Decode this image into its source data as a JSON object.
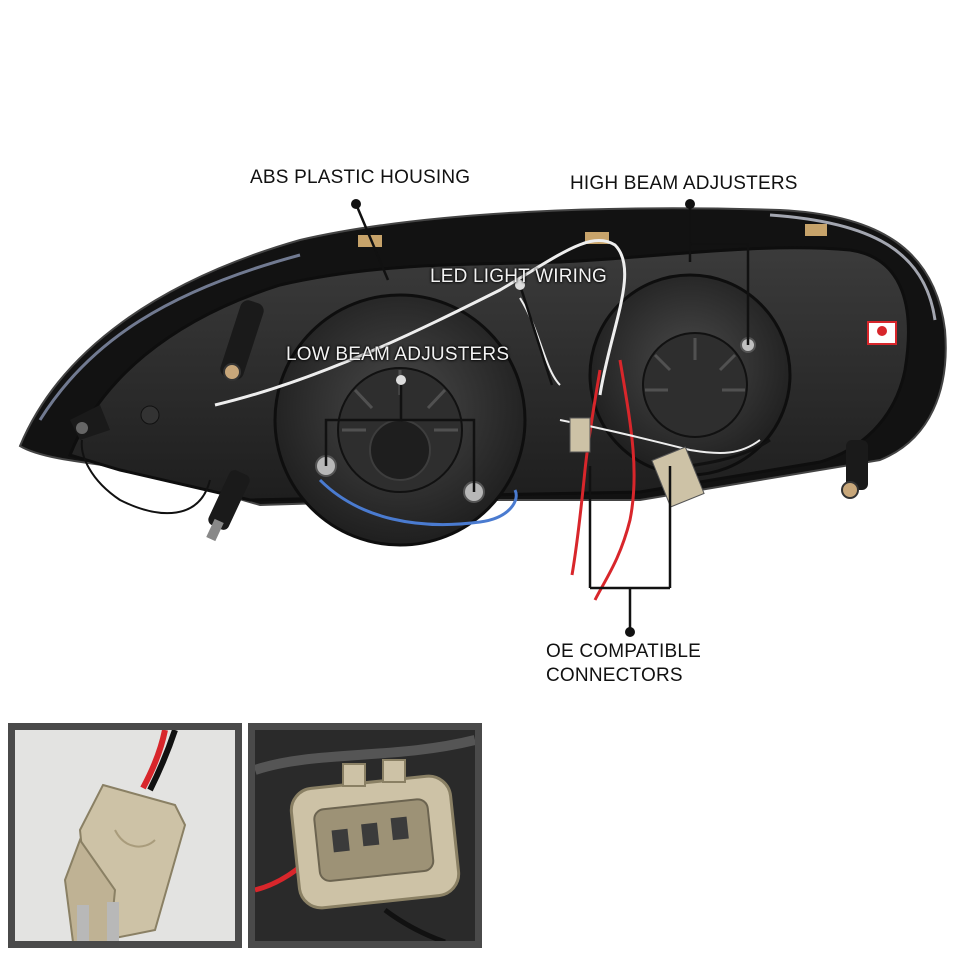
{
  "callouts": {
    "abs_housing": "ABS PLASTIC HOUSING",
    "high_beam": "HIGH BEAM ADJUSTERS",
    "led_wiring": "LED LIGHT WIRING",
    "low_beam": "LOW BEAM ADJUSTERS",
    "oe_line1": "OE COMPATIBLE",
    "oe_line2": "CONNECTORS"
  },
  "colors": {
    "housing": "#2a2a2a",
    "housing_edge": "#111111",
    "wire_red": "#d8262b",
    "wire_white": "#eeeeee",
    "wire_blue": "#4a7bd0",
    "connector_beige": "#cdc2a6",
    "inset_frame": "#4a4a4a"
  },
  "icons": {
    "callout_dot": "dot-icon",
    "adjuster": "gear-adjuster-icon",
    "dot_mark": "dot-compliance-icon"
  }
}
